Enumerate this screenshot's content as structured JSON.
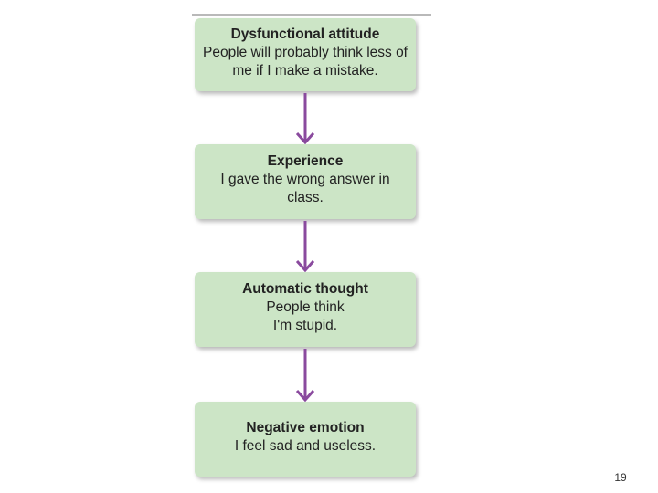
{
  "colors": {
    "box_fill": "#cce5c6",
    "arrow": "#8a4a9e",
    "top_rule": "#b9b9b9"
  },
  "flow": {
    "steps": [
      {
        "title": "Dysfunctional attitude",
        "body": "People will probably think less of me if I make a mistake."
      },
      {
        "title": "Experience",
        "body": "I gave the wrong answer in class."
      },
      {
        "title": "Automatic thought",
        "body": "People think I'm stupid."
      },
      {
        "title": "Negative emotion",
        "body": "I feel sad and useless."
      }
    ]
  },
  "page": {
    "number": "19"
  }
}
